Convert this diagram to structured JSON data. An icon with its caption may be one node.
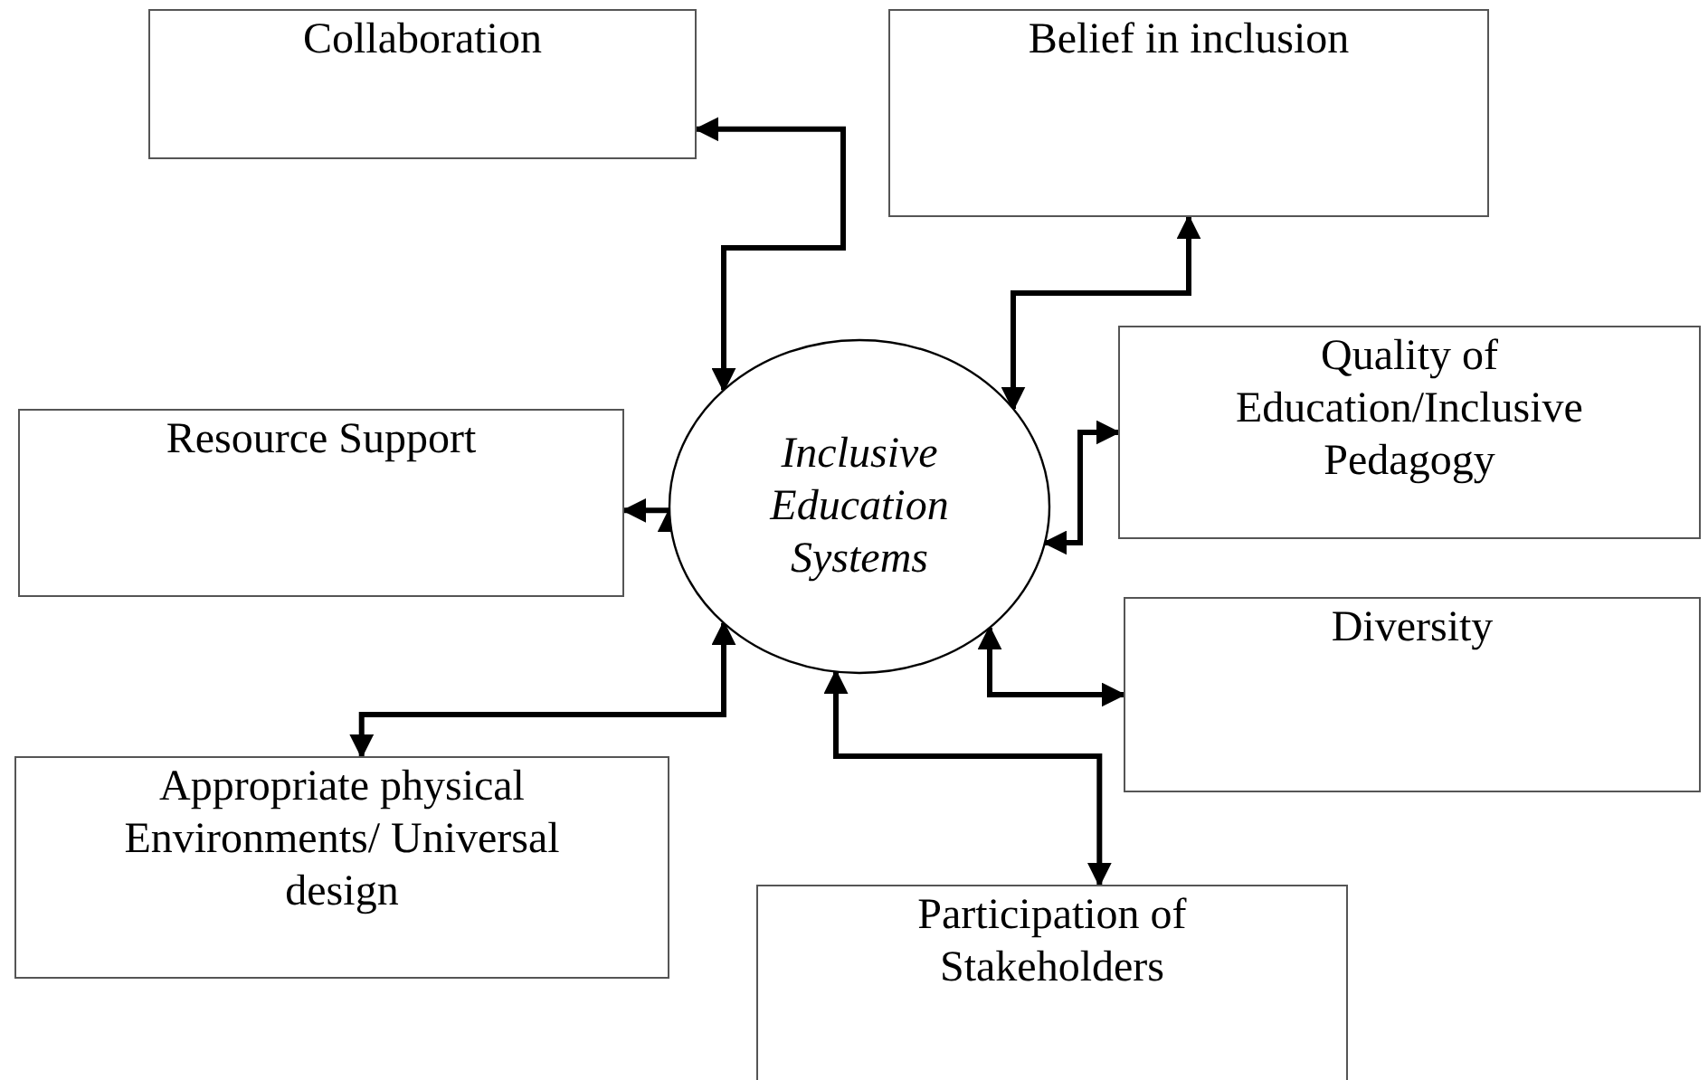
{
  "diagram": {
    "nodes": [
      {
        "text": [
          "Collaboration"
        ]
      },
      {
        "text": [
          "Belief in inclusion"
        ]
      },
      {
        "text": [
          "Quality of Education/Inclusive Pedagogy"
        ]
      },
      {
        "text": [
          "Resource Support"
        ]
      },
      {
        "text": [
          "Diversity"
        ]
      },
      {
        "text": [
          "Appropriate physical Environments/ Universal design"
        ]
      },
      {
        "text": [
          "Participation of Stakeholders"
        ]
      },
      {
        "text": [
          "Inclusive Education Systems"
        ]
      }
    ],
    "edges": [
      {
        "from": 7,
        "to": 0,
        "arrow": "both"
      },
      {
        "from": 7,
        "to": 1,
        "arrow": "both"
      },
      {
        "from": 7,
        "to": 2,
        "arrow": "both"
      },
      {
        "from": 7,
        "to": 3,
        "arrow": "both"
      },
      {
        "from": 7,
        "to": 4,
        "arrow": "both"
      },
      {
        "from": 7,
        "to": 5,
        "arrow": "both"
      },
      {
        "from": 7,
        "to": 6,
        "arrow": "both"
      }
    ]
  }
}
